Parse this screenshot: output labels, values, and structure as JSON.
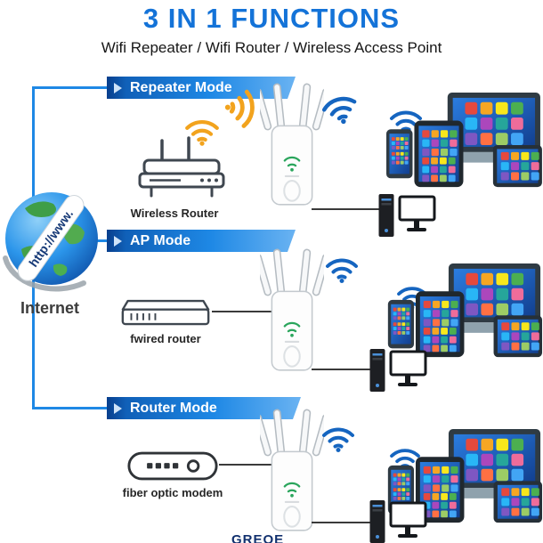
{
  "header": {
    "title": "3 IN 1 FUNCTIONS",
    "subtitle": "Wifi Repeater / Wifi Router / Wireless Access Point"
  },
  "internet": {
    "globe_text": "http://www.",
    "label": "Internet"
  },
  "sections": [
    {
      "banner": "Repeater Mode",
      "device_label": "Wireless Router"
    },
    {
      "banner": "AP Mode",
      "device_label": "fwired router"
    },
    {
      "banner": "Router Mode",
      "device_label": "fiber optic modem"
    }
  ],
  "footer": {
    "partial_text": "GREOE"
  },
  "colors": {
    "title_blue": "#1473d8",
    "banner_dark": "#083f8d",
    "banner_light": "#6ab3f2",
    "wifi_orange": "#f2a31d",
    "wifi_blue": "#1565c0",
    "connector_blue": "#1e88e5",
    "repeater_green": "#2aa55c"
  }
}
